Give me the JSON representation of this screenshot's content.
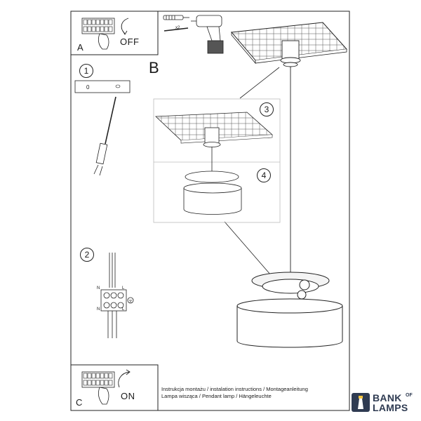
{
  "panels": {
    "a_label": "A",
    "off_label": "OFF",
    "c_label": "C",
    "on_label": "ON"
  },
  "section_b_label": "B",
  "steps": [
    "1",
    "2",
    "3",
    "4"
  ],
  "switch_plate_text": "0",
  "anchor_quantity": "x2",
  "terminal_labels": [
    "N",
    "L",
    "N",
    "L"
  ],
  "caption": {
    "line1": "Instrukcja montażu / instalation instructions / Montageanleitung",
    "line2": "Lampa wisząca / Pendant lamp / Hängeleuchte"
  },
  "brand": {
    "word1": "BANK",
    "small": "OF",
    "word2": "LAMPS"
  },
  "colors": {
    "line": "#222222",
    "brand": "#2f3b52"
  }
}
